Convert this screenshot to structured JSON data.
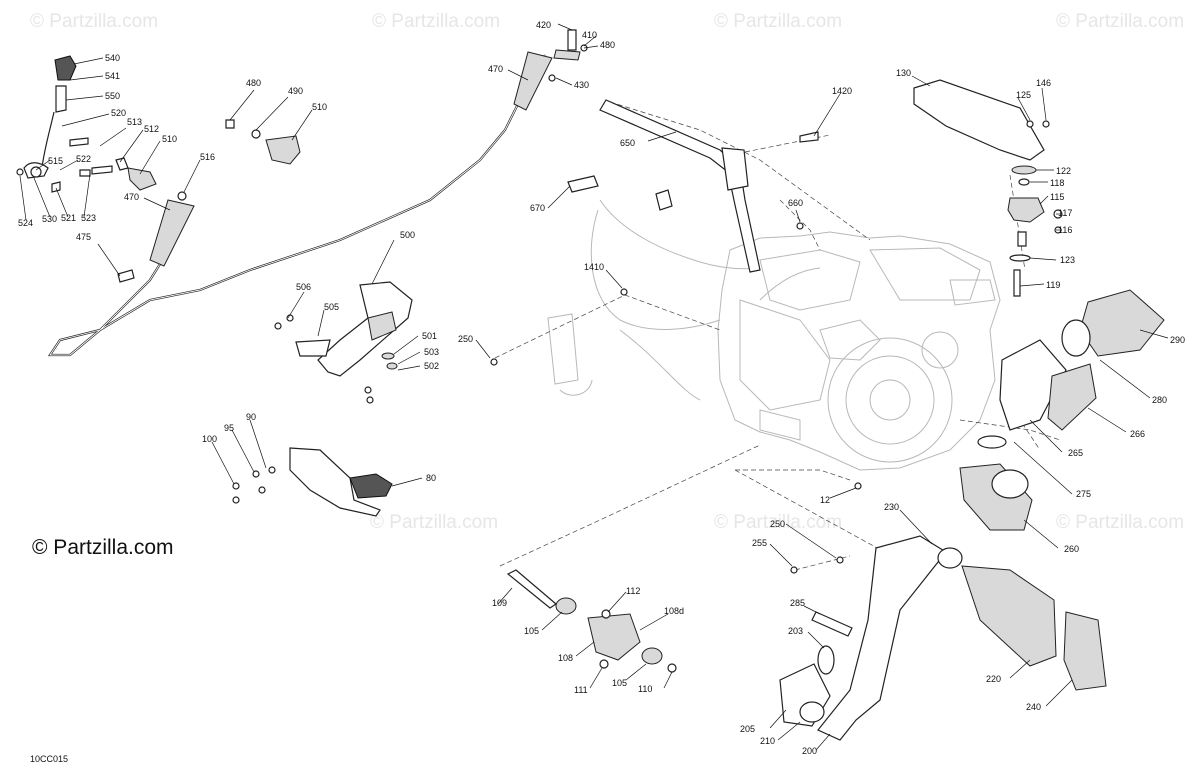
{
  "watermark": "© Partzilla.com",
  "brand": "© Partzilla.com",
  "diagram_code": "10CC015",
  "callouts": {
    "c540": "540",
    "c541": "541",
    "c550": "550",
    "c520": "520",
    "c513": "513",
    "c512": "512",
    "c510a": "510",
    "c515": "515",
    "c522": "522",
    "c524": "524",
    "c530": "530",
    "c521": "521",
    "c523": "523",
    "c470a": "470",
    "c516": "516",
    "c475": "475",
    "c480a": "480",
    "c490": "490",
    "c510b": "510",
    "c420": "420",
    "c410": "410",
    "c480b": "480",
    "c470b": "470",
    "c430": "430",
    "c650": "650",
    "c670": "670",
    "c1420": "1420",
    "c130": "130",
    "c146": "146",
    "c125": "125",
    "c122": "122",
    "c118": "118",
    "c115": "115",
    "c117": "117",
    "c116": "116",
    "c660": "660",
    "c123": "123",
    "c119": "119",
    "c1410": "1410",
    "c500": "500",
    "c506": "506",
    "c505": "505",
    "c501": "501",
    "c503": "503",
    "c502": "502",
    "c250a": "250",
    "c290": "290",
    "c280": "280",
    "c266": "266",
    "c265": "265",
    "c275": "275",
    "c260": "260",
    "c12": "12",
    "c90": "90",
    "c95": "95",
    "c100": "100",
    "c80": "80",
    "c230": "230",
    "c250b": "250",
    "c255": "255",
    "c109": "109",
    "c112": "112",
    "c108d": "108d",
    "c105a": "105",
    "c108": "108",
    "c105b": "105",
    "c111": "111",
    "c110": "110",
    "c285": "285",
    "c203": "203",
    "c220": "220",
    "c240": "240",
    "c205": "205",
    "c210": "210",
    "c200": "200"
  }
}
